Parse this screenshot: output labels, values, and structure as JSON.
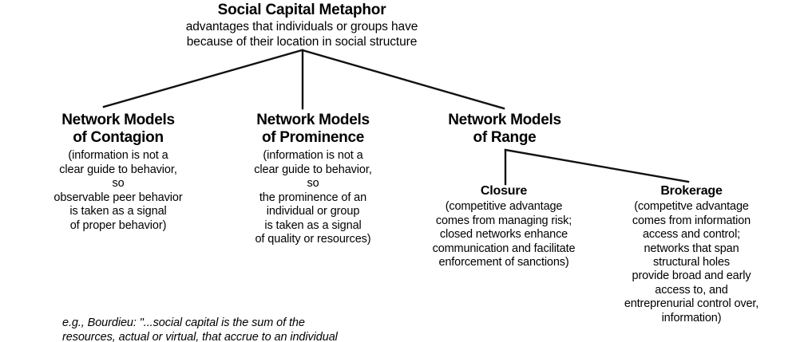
{
  "diagram": {
    "type": "hierarchy-tree",
    "root": {
      "title": "Social Capital Metaphor",
      "description_line1": "advantages that individuals or groups have",
      "description_line2": "because of their location in social structure"
    },
    "branches": [
      {
        "id": "contagion",
        "title_line1": "Network Models",
        "title_line2": "of Contagion",
        "body_lines": [
          "(information is not a",
          "clear guide to behavior,",
          "so",
          "observable peer behavior",
          "is taken as a signal",
          "of proper behavior)"
        ]
      },
      {
        "id": "prominence",
        "title_line1": "Network Models",
        "title_line2": "of Prominence",
        "body_lines": [
          "(information is not a",
          "clear guide to behavior,",
          "so",
          "the prominence of an",
          "individual or group",
          "is taken as a signal",
          "of quality or resources)"
        ]
      },
      {
        "id": "range",
        "title_line1": "Network Models",
        "title_line2": "of Range",
        "body_lines": []
      }
    ],
    "subbranches": [
      {
        "id": "closure",
        "title": "Closure",
        "body_lines": [
          "(competitive advantage",
          "comes from managing risk;",
          "closed networks enhance",
          "communication and facilitate",
          "enforcement of sanctions)"
        ]
      },
      {
        "id": "brokerage",
        "title": "Brokerage",
        "body_lines": [
          "(competitve advantage",
          "comes from information",
          "access and control;",
          "networks that span",
          "structural holes",
          "provide broad and early",
          "access to, and",
          "entreprenurial control over,",
          "information)"
        ]
      }
    ],
    "footnote": {
      "line1": "e.g., Bourdieu: \"...social capital is the sum of the",
      "line2": "resources, actual or virtual, that accrue to an individual"
    },
    "colors": {
      "background": "#ffffff",
      "text": "#000000",
      "connector": "#111111"
    }
  }
}
